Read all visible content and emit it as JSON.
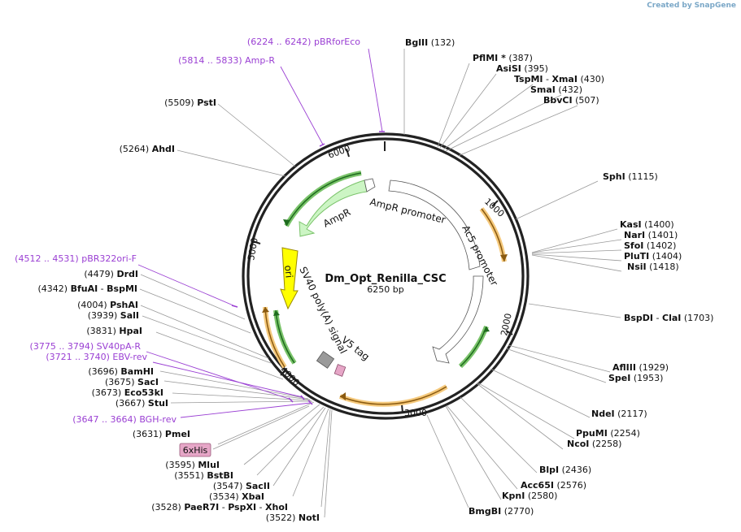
{
  "watermark": {
    "created_by": "Created by",
    "brand": "SnapGene"
  },
  "plasmid": {
    "name": "Dm_Opt_Renilla_CSC",
    "size_label": "6250 bp",
    "length": 6250
  },
  "ticks": [
    "1000",
    "2000",
    "3000",
    "4000",
    "5000",
    "6000"
  ],
  "features": [
    {
      "label": "AmpR promoter",
      "color": "#ffffff",
      "stroke": "#555555"
    },
    {
      "label": "AmpR",
      "color": "#ccf5c4",
      "stroke": "#7ac36a"
    },
    {
      "label": "ori",
      "color": "#ffff00",
      "stroke": "#b3a000"
    },
    {
      "label": "Ac5 promoter",
      "color": "#ffffff",
      "stroke": "#555555"
    },
    {
      "label": "SV40 poly(A) signal",
      "color": "#9a9a9a",
      "stroke": "#555555"
    },
    {
      "label": "V5 tag",
      "color": "#e6a6c7",
      "stroke": "#9a5a7a"
    }
  ],
  "tag_box": {
    "label": "6xHis"
  },
  "enzymes": [
    {
      "name": "BglII",
      "pos": "(132)"
    },
    {
      "name": "PflMI *",
      "pos": "(387)"
    },
    {
      "name": "AsiSI",
      "pos": "(395)"
    },
    {
      "name": "TspMI",
      "name2": "XmaI",
      "pos": "(430)"
    },
    {
      "name": "SmaI",
      "pos": "(432)"
    },
    {
      "name": "BbvCI",
      "pos": "(507)"
    },
    {
      "name": "SphI",
      "pos": "(1115)"
    },
    {
      "name": "KasI",
      "pos": "(1400)"
    },
    {
      "name": "NarI",
      "pos": "(1401)"
    },
    {
      "name": "SfoI",
      "pos": "(1402)"
    },
    {
      "name": "PluTI",
      "pos": "(1404)"
    },
    {
      "name": "NsiI",
      "pos": "(1418)"
    },
    {
      "name": "BspDI",
      "name2": "ClaI",
      "pos": "(1703)"
    },
    {
      "name": "AflIII",
      "pos": "(1929)"
    },
    {
      "name": "SpeI",
      "pos": "(1953)"
    },
    {
      "name": "NdeI",
      "pos": "(2117)"
    },
    {
      "name": "PpuMI",
      "pos": "(2254)"
    },
    {
      "name": "NcoI",
      "pos": "(2258)"
    },
    {
      "name": "BlpI",
      "pos": "(2436)"
    },
    {
      "name": "Acc65I",
      "pos": "(2576)"
    },
    {
      "name": "KpnI",
      "pos": "(2580)"
    },
    {
      "name": "BmgBI",
      "pos": "(2770)"
    },
    {
      "name": "NotI",
      "pos": "(3522)"
    },
    {
      "name": "PaeR7I",
      "name2": "PspXI",
      "name3": "XhoI",
      "pos": "(3528)"
    },
    {
      "name": "XbaI",
      "pos": "(3534)"
    },
    {
      "name": "SacII",
      "pos": "(3547)"
    },
    {
      "name": "BstBI",
      "pos": "(3551)"
    },
    {
      "name": "MluI",
      "pos": "(3595)"
    },
    {
      "name": "PmeI",
      "pos": "(3631)"
    },
    {
      "name": "StuI",
      "pos": "(3667)"
    },
    {
      "name": "Eco53kI",
      "pos": "(3673)"
    },
    {
      "name": "SacI",
      "pos": "(3675)"
    },
    {
      "name": "BamHI",
      "pos": "(3696)"
    },
    {
      "name": "HpaI",
      "pos": "(3831)"
    },
    {
      "name": "SalI",
      "pos": "(3939)"
    },
    {
      "name": "PshAI",
      "pos": "(4004)"
    },
    {
      "name": "BfuAI",
      "name2": "BspMI",
      "pos": "(4342)"
    },
    {
      "name": "DrdI",
      "pos": "(4479)"
    },
    {
      "name": "AhdI",
      "pos": "(5264)"
    },
    {
      "name": "PstI",
      "pos": "(5509)"
    }
  ],
  "primers": [
    {
      "range": "(6224 .. 6242)",
      "name": "pBRforEco"
    },
    {
      "range": "(5814 .. 5833)",
      "name": "Amp-R"
    },
    {
      "range": "(4512 .. 4531)",
      "name": "pBR322ori-F"
    },
    {
      "range": "(3775 .. 3794)",
      "name": "SV40pA-R"
    },
    {
      "range": "(3721 .. 3740)",
      "name": "EBV-rev"
    },
    {
      "range": "(3647 .. 3664)",
      "name": "BGH-rev"
    }
  ]
}
